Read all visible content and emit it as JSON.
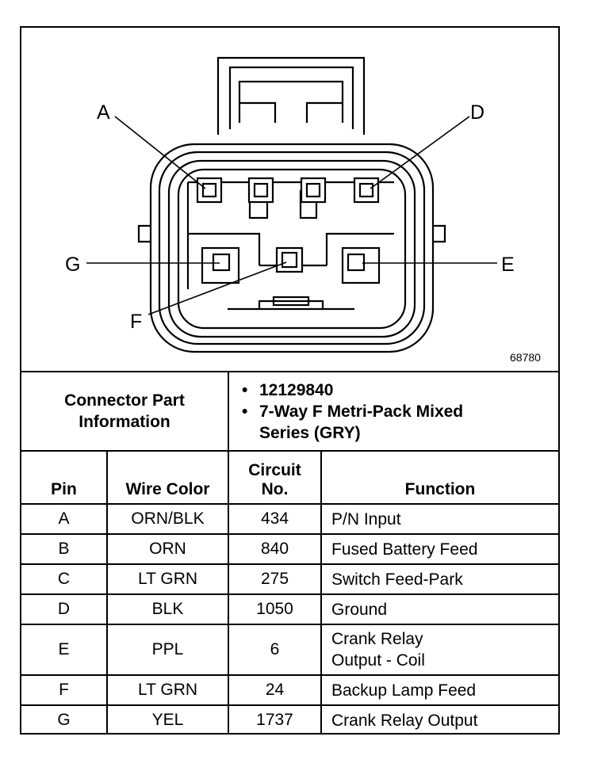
{
  "diagram": {
    "pin_labels": {
      "A": "A",
      "D": "D",
      "G": "G",
      "E": "E",
      "F": "F"
    },
    "figure_id": "68780"
  },
  "connector_info": {
    "title_line1": "Connector Part",
    "title_line2": "Information",
    "bullet": "•",
    "part_number": "12129840",
    "description_line1": "7-Way F Metri-Pack Mixed",
    "description_line2": "Series (GRY)"
  },
  "table": {
    "headers": {
      "pin": "Pin",
      "wire_color": "Wire Color",
      "circuit_line1": "Circuit",
      "circuit_line2": "No.",
      "function": "Function"
    },
    "rows": [
      {
        "pin": "A",
        "wire_color": "ORN/BLK",
        "circuit": "434",
        "function": "P/N Input",
        "function2": ""
      },
      {
        "pin": "B",
        "wire_color": "ORN",
        "circuit": "840",
        "function": "Fused Battery Feed",
        "function2": ""
      },
      {
        "pin": "C",
        "wire_color": "LT GRN",
        "circuit": "275",
        "function": "Switch Feed-Park",
        "function2": ""
      },
      {
        "pin": "D",
        "wire_color": "BLK",
        "circuit": "1050",
        "function": "Ground",
        "function2": ""
      },
      {
        "pin": "E",
        "wire_color": "PPL",
        "circuit": "6",
        "function": "Crank Relay",
        "function2": "Output - Coil"
      },
      {
        "pin": "F",
        "wire_color": "LT GRN",
        "circuit": "24",
        "function": "Backup Lamp Feed",
        "function2": ""
      },
      {
        "pin": "G",
        "wire_color": "YEL",
        "circuit": "1737",
        "function": "Crank Relay Output",
        "function2": ""
      }
    ]
  }
}
